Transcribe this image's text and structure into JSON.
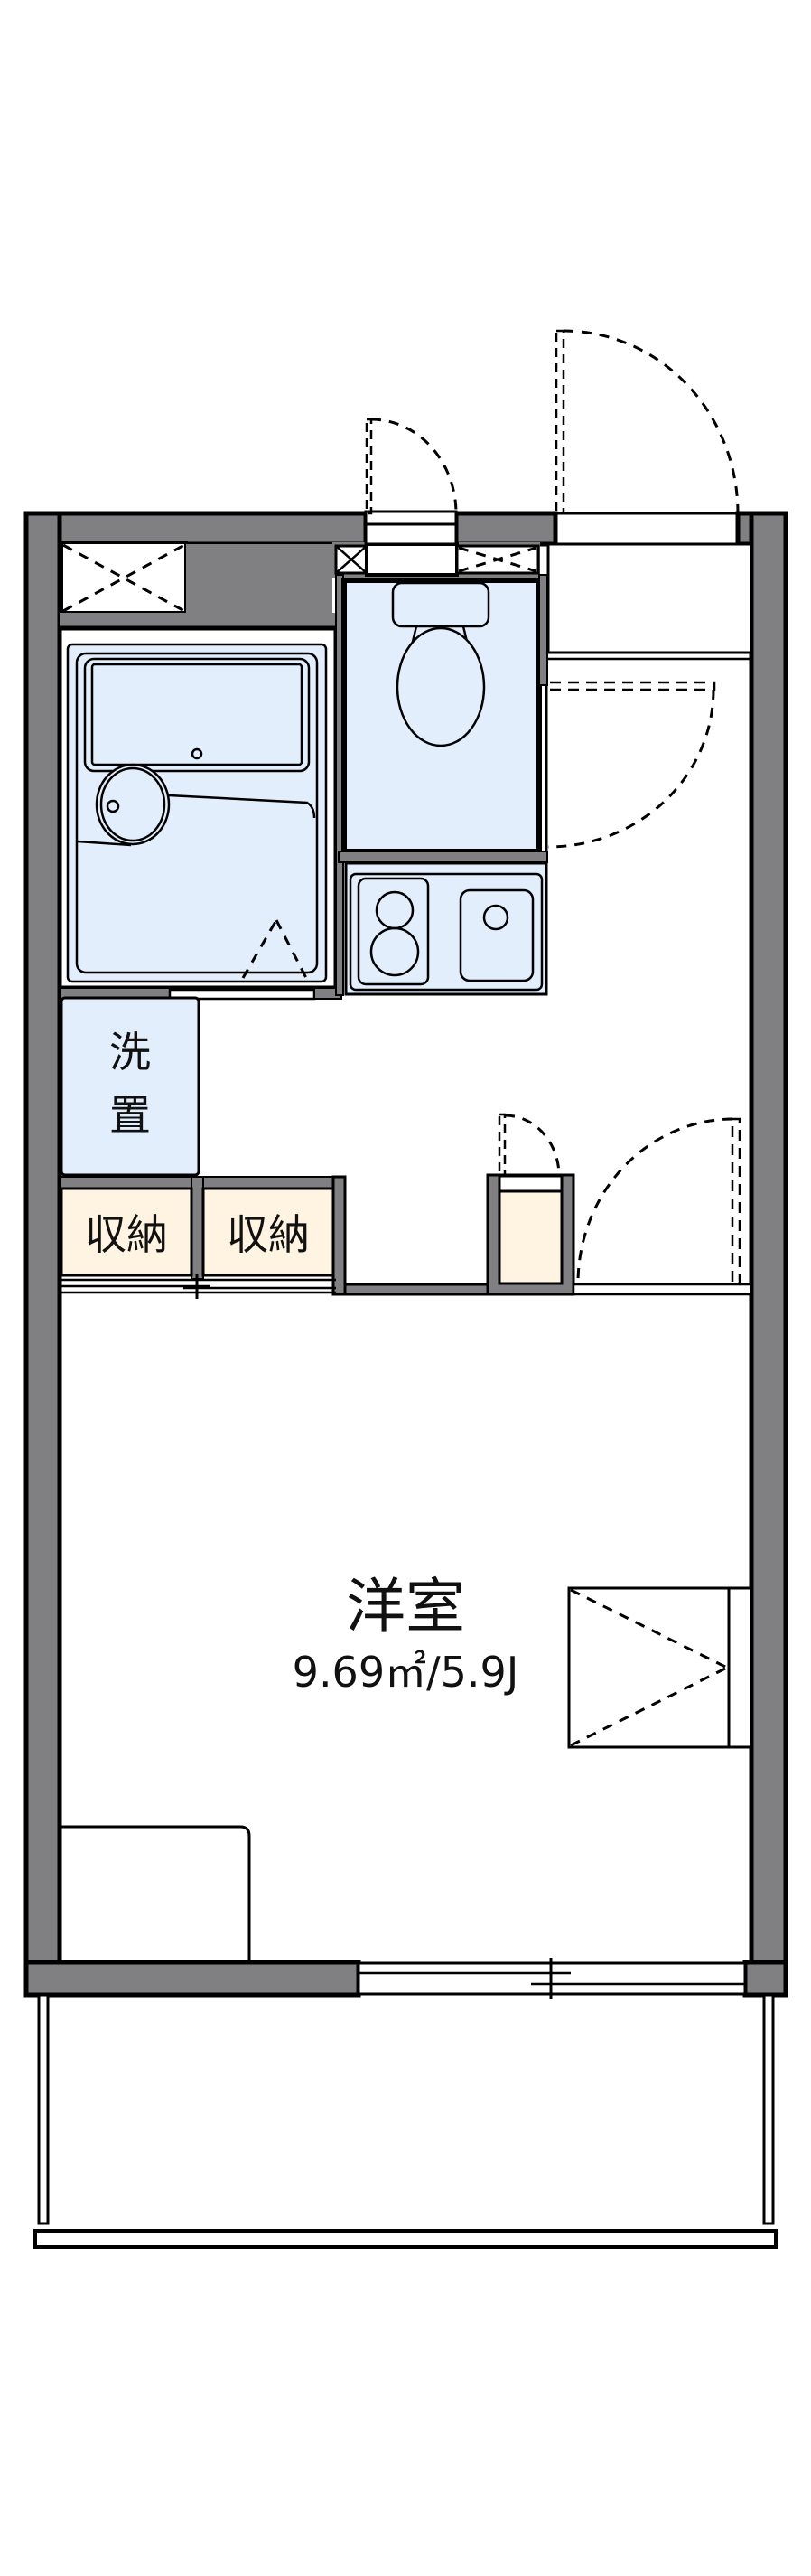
{
  "floorplan": {
    "rooms": {
      "western_room": {
        "name": "洋室",
        "area": "9.69㎡/5.9J"
      },
      "washer": {
        "line1": "洗",
        "line2": "置"
      },
      "storage_1": {
        "label": "収納"
      },
      "storage_2": {
        "label": "収納"
      }
    },
    "colors": {
      "wall": "#808083",
      "wet_area": "#e3eefd",
      "storage": "#fff4e1",
      "outline": "#000000",
      "background": "#ffffff"
    },
    "fixtures": [
      "bathtub",
      "unit-bath-sink",
      "toilet",
      "two-burner-stove",
      "kitchen-sink",
      "desk",
      "furniture-closet",
      "balcony-rail"
    ],
    "doors": [
      "entrance-door",
      "meter-box-door",
      "toilet-door",
      "bath-folding-door",
      "closet-door",
      "room-door"
    ]
  }
}
